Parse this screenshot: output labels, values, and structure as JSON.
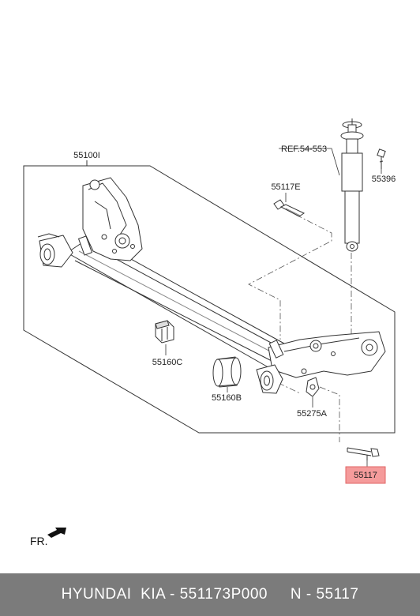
{
  "labels": {
    "axle_assembly": "55100I",
    "shock_ref": "REF.54-553",
    "upper_bolt": "55396",
    "mount_bolt_e": "55117E",
    "bushing_c": "55160C",
    "bushing_b": "55160B",
    "bracket_a": "55275A",
    "highlighted_bolt": "55117",
    "front_direction": "FR."
  },
  "footer": {
    "text": "HYUNDAI  KIA - 551173P000     N - 55117"
  },
  "colors": {
    "highlight_fill": "#f59b9b",
    "highlight_border": "#e06666",
    "footer_bg": "#7b7b7b",
    "line": "#333333"
  }
}
